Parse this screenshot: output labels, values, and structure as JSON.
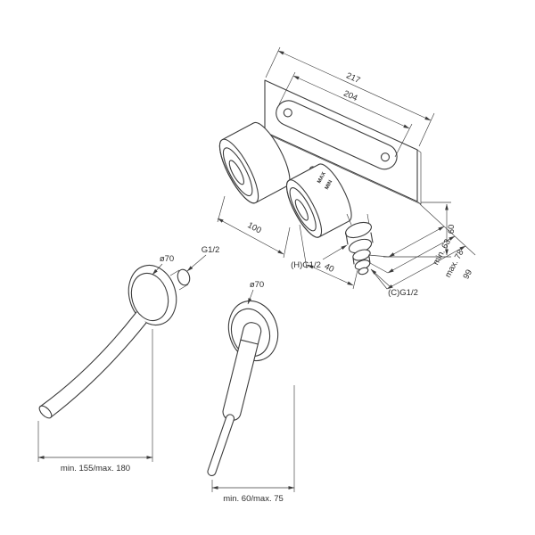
{
  "drawing": {
    "colors": {
      "line": "#3c3c3c",
      "background": "#ffffff"
    },
    "assembly_view": {
      "dims": {
        "overall_width": "217",
        "plate_width": "204",
        "valve_spacing": "100",
        "outlet_offset": "40",
        "height_offset": "60",
        "depth_min": "min. 63",
        "depth_max": "max. 78",
        "depth_overall": "99"
      },
      "ports": {
        "hot": "(H)G1/2",
        "cold": "(C)G1/2"
      },
      "markings": {
        "max": "MAX",
        "min": "MIN"
      }
    },
    "spout_view": {
      "escutcheon_diameter": "ø70",
      "connection_thread": "G1/2",
      "projection": "min. 155/max. 180"
    },
    "handle_view": {
      "escutcheon_diameter": "ø70",
      "projection": "min. 60/max. 75"
    }
  }
}
